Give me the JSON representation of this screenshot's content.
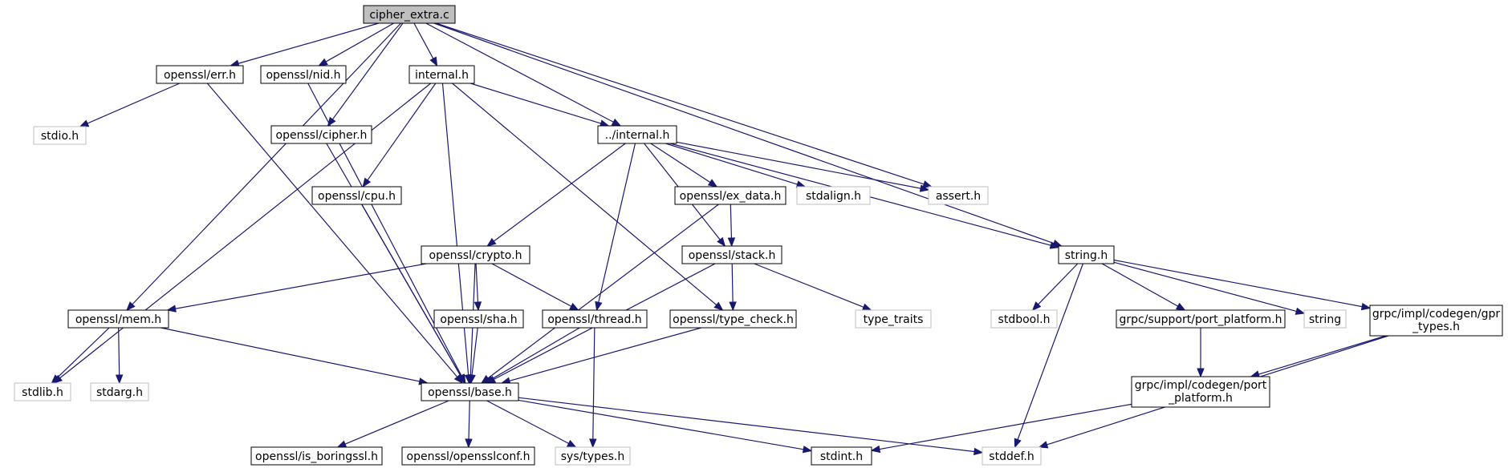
{
  "graph": {
    "nodes": [
      {
        "id": "cipher_extra",
        "label": "cipher_extra.c",
        "kind": "root"
      },
      {
        "id": "err",
        "label": "openssl/err.h",
        "kind": "std"
      },
      {
        "id": "nid",
        "label": "openssl/nid.h",
        "kind": "std"
      },
      {
        "id": "internal",
        "label": "internal.h",
        "kind": "std"
      },
      {
        "id": "stdio",
        "label": "stdio.h",
        "kind": "ext"
      },
      {
        "id": "cipher",
        "label": "openssl/cipher.h",
        "kind": "std"
      },
      {
        "id": "dotinternal",
        "label": "../internal.h",
        "kind": "std"
      },
      {
        "id": "cpu",
        "label": "openssl/cpu.h",
        "kind": "std"
      },
      {
        "id": "exdata",
        "label": "openssl/ex_data.h",
        "kind": "std"
      },
      {
        "id": "stdalign",
        "label": "stdalign.h",
        "kind": "ext"
      },
      {
        "id": "assert",
        "label": "assert.h",
        "kind": "ext"
      },
      {
        "id": "crypto",
        "label": "openssl/crypto.h",
        "kind": "std"
      },
      {
        "id": "stack",
        "label": "openssl/stack.h",
        "kind": "std"
      },
      {
        "id": "string_h",
        "label": "string.h",
        "kind": "std"
      },
      {
        "id": "mem",
        "label": "openssl/mem.h",
        "kind": "std"
      },
      {
        "id": "sha",
        "label": "openssl/sha.h",
        "kind": "std"
      },
      {
        "id": "thread",
        "label": "openssl/thread.h",
        "kind": "std"
      },
      {
        "id": "typecheck",
        "label": "openssl/type_check.h",
        "kind": "std"
      },
      {
        "id": "typetraits",
        "label": "type_traits",
        "kind": "ext"
      },
      {
        "id": "stdbool",
        "label": "stdbool.h",
        "kind": "ext"
      },
      {
        "id": "portplatform",
        "label": "grpc/support/port_platform.h",
        "kind": "std"
      },
      {
        "id": "string_cpp",
        "label": "string",
        "kind": "ext"
      },
      {
        "id": "gprtypes",
        "label": "grpc/impl/codegen/gpr\n_types.h",
        "kind": "std"
      },
      {
        "id": "stdlib",
        "label": "stdlib.h",
        "kind": "ext"
      },
      {
        "id": "stdarg",
        "label": "stdarg.h",
        "kind": "ext"
      },
      {
        "id": "base",
        "label": "openssl/base.h",
        "kind": "std"
      },
      {
        "id": "codegenport",
        "label": "grpc/impl/codegen/port\n_platform.h",
        "kind": "std"
      },
      {
        "id": "isboringssl",
        "label": "openssl/is_boringssl.h",
        "kind": "std"
      },
      {
        "id": "opensslconf",
        "label": "openssl/opensslconf.h",
        "kind": "std"
      },
      {
        "id": "systypes",
        "label": "sys/types.h",
        "kind": "ext"
      },
      {
        "id": "stdint",
        "label": "stdint.h",
        "kind": "std"
      },
      {
        "id": "stddef",
        "label": "stddef.h",
        "kind": "ext"
      }
    ],
    "edges": [
      {
        "from": "cipher_extra",
        "to": "err"
      },
      {
        "from": "cipher_extra",
        "to": "nid"
      },
      {
        "from": "cipher_extra",
        "to": "internal"
      },
      {
        "from": "cipher_extra",
        "to": "cipher"
      },
      {
        "from": "cipher_extra",
        "to": "dotinternal"
      },
      {
        "from": "cipher_extra",
        "to": "assert"
      },
      {
        "from": "cipher_extra",
        "to": "string_h"
      },
      {
        "from": "cipher_extra",
        "to": "mem"
      },
      {
        "from": "err",
        "to": "stdio"
      },
      {
        "from": "err",
        "to": "base"
      },
      {
        "from": "nid",
        "to": "base"
      },
      {
        "from": "internal",
        "to": "stdlib"
      },
      {
        "from": "internal",
        "to": "dotinternal"
      },
      {
        "from": "internal",
        "to": "cpu"
      },
      {
        "from": "internal",
        "to": "base"
      },
      {
        "from": "internal",
        "to": "typecheck"
      },
      {
        "from": "cipher",
        "to": "base"
      },
      {
        "from": "cpu",
        "to": "base"
      },
      {
        "from": "dotinternal",
        "to": "crypto"
      },
      {
        "from": "dotinternal",
        "to": "thread"
      },
      {
        "from": "dotinternal",
        "to": "stack"
      },
      {
        "from": "dotinternal",
        "to": "exdata"
      },
      {
        "from": "dotinternal",
        "to": "stdalign"
      },
      {
        "from": "dotinternal",
        "to": "assert"
      },
      {
        "from": "dotinternal",
        "to": "string_h"
      },
      {
        "from": "exdata",
        "to": "stack"
      },
      {
        "from": "exdata",
        "to": "base"
      },
      {
        "from": "crypto",
        "to": "mem"
      },
      {
        "from": "crypto",
        "to": "base"
      },
      {
        "from": "crypto",
        "to": "sha"
      },
      {
        "from": "crypto",
        "to": "thread"
      },
      {
        "from": "stack",
        "to": "typecheck"
      },
      {
        "from": "stack",
        "to": "typetraits"
      },
      {
        "from": "stack",
        "to": "base"
      },
      {
        "from": "string_h",
        "to": "stdbool"
      },
      {
        "from": "string_h",
        "to": "portplatform"
      },
      {
        "from": "string_h",
        "to": "string_cpp"
      },
      {
        "from": "string_h",
        "to": "gprtypes"
      },
      {
        "from": "string_h",
        "to": "stddef"
      },
      {
        "from": "mem",
        "to": "stdlib"
      },
      {
        "from": "mem",
        "to": "stdarg"
      },
      {
        "from": "mem",
        "to": "base"
      },
      {
        "from": "sha",
        "to": "base"
      },
      {
        "from": "thread",
        "to": "base"
      },
      {
        "from": "thread",
        "to": "systypes"
      },
      {
        "from": "typecheck",
        "to": "base"
      },
      {
        "from": "portplatform",
        "to": "codegenport"
      },
      {
        "from": "gprtypes",
        "to": "codegenport"
      },
      {
        "from": "gprtypes",
        "to": "stddef"
      },
      {
        "from": "base",
        "to": "isboringssl"
      },
      {
        "from": "base",
        "to": "opensslconf"
      },
      {
        "from": "base",
        "to": "systypes"
      },
      {
        "from": "base",
        "to": "stdint"
      },
      {
        "from": "base",
        "to": "stddef"
      },
      {
        "from": "codegenport",
        "to": "stdint"
      }
    ]
  },
  "colors": {
    "edge": "#191970",
    "root_fill": "#bfbfbf",
    "std_border": "#000000",
    "ext_border": "#bfbfbf"
  }
}
